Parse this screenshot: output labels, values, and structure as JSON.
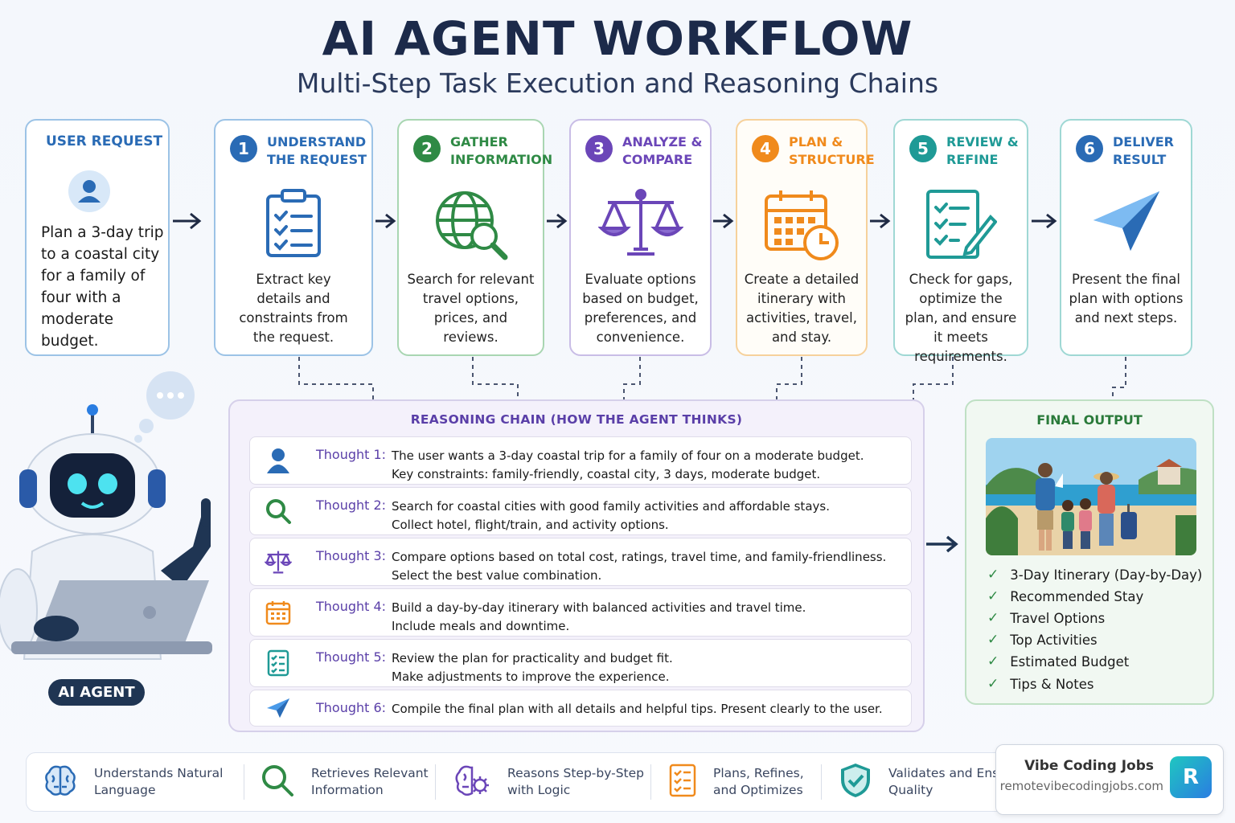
{
  "title": "AI AGENT WORKFLOW",
  "subtitle": "Multi-Step Task Execution and Reasoning Chains",
  "user_request": {
    "title": "USER REQUEST",
    "text": "Plan a 3-day trip to a coastal city for a family of four with a moderate budget."
  },
  "steps": [
    {
      "number": "1",
      "title": "UNDERSTAND\nTHE REQUEST",
      "description": "Extract key details and constraints from the request.",
      "color": "#2a6bb5",
      "icon": "clipboard-checklist-icon"
    },
    {
      "number": "2",
      "title": "GATHER\nINFORMATION",
      "description": "Search for relevant travel options, prices, and reviews.",
      "color": "#2f8a45",
      "icon": "globe-search-icon"
    },
    {
      "number": "3",
      "title": "ANALYZE &\nCOMPARE",
      "description": "Evaluate options based on budget, preferences, and convenience.",
      "color": "#6b46b8",
      "icon": "balance-scale-icon"
    },
    {
      "number": "4",
      "title": "PLAN &\nSTRUCTURE",
      "description": "Create a detailed itinerary with activities, travel, and stay.",
      "color": "#f08a1c",
      "icon": "calendar-clock-icon"
    },
    {
      "number": "5",
      "title": "REVIEW &\nREFINE",
      "description": "Check for gaps, optimize the plan, and ensure it meets requirements.",
      "color": "#1f9a96",
      "icon": "checklist-pencil-icon"
    },
    {
      "number": "6",
      "title": "DELIVER\nRESULT",
      "description": "Present the final plan with options and next steps.",
      "color": "#2a6bb5",
      "icon": "paper-plane-icon"
    }
  ],
  "reasoning": {
    "title": "REASONING CHAIN (HOW THE AGENT THINKS)",
    "thoughts": [
      {
        "label": "Thought 1:",
        "text": "The user wants a 3-day coastal trip for a family of four on a moderate budget.\nKey constraints: family-friendly, coastal city, 3 days, moderate budget.",
        "icon": "user-icon"
      },
      {
        "label": "Thought 2:",
        "text": "Search for coastal cities with good family activities and affordable stays.\nCollect hotel, flight/train, and activity options.",
        "icon": "search-icon"
      },
      {
        "label": "Thought 3:",
        "text": "Compare options based on total cost, ratings, travel time, and family-friendliness.\nSelect the best value combination.",
        "icon": "balance-scale-icon"
      },
      {
        "label": "Thought 4:",
        "text": "Build a day-by-day itinerary with balanced activities and travel time.\nInclude meals and downtime.",
        "icon": "calendar-icon"
      },
      {
        "label": "Thought 5:",
        "text": "Review the plan for practicality and budget fit.\nMake adjustments to improve the experience.",
        "icon": "checklist-icon"
      },
      {
        "label": "Thought 6:",
        "text": "Compile the final plan with all details and helpful tips. Present clearly to the user.",
        "icon": "paper-plane-icon"
      }
    ]
  },
  "final_output": {
    "title": "FINAL OUTPUT",
    "items": [
      "3-Day Itinerary (Day-by-Day)",
      "Recommended Stay",
      "Travel Options",
      "Top Activities",
      "Estimated Budget",
      "Tips & Notes"
    ]
  },
  "agent_label": "AI AGENT",
  "features": [
    {
      "text": "Understands Natural\nLanguage",
      "icon": "brain-icon"
    },
    {
      "text": "Retrieves Relevant\nInformation",
      "icon": "search-icon"
    },
    {
      "text": "Reasons Step-by-Step\nwith Logic",
      "icon": "brain-gear-icon"
    },
    {
      "text": "Plans, Refines,\nand Optimizes",
      "icon": "checklist-icon"
    },
    {
      "text": "Validates and Ensure\nQuality",
      "icon": "shield-check-icon"
    }
  ],
  "badge": {
    "title": "Vibe Coding Jobs",
    "url": "remotevibecodingjobs.com",
    "logo": "R"
  }
}
